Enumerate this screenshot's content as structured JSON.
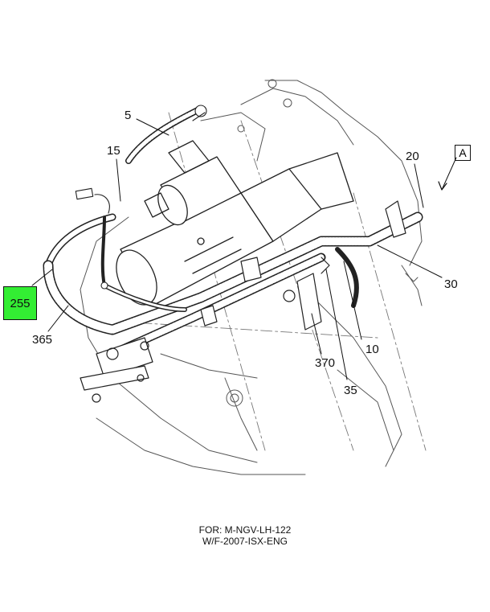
{
  "callouts": {
    "c5": "5",
    "c15": "15",
    "c20": "20",
    "c30": "30",
    "c10": "10",
    "c35": "35",
    "c370": "370",
    "c365": "365",
    "c255": "255"
  },
  "view_marker": "A",
  "footer": {
    "line1": "FOR: M-NGV-LH-122",
    "line2": "W/F-2007-ISX-ENG"
  },
  "colors": {
    "highlight": "#33ee33",
    "ink": "#111111"
  }
}
